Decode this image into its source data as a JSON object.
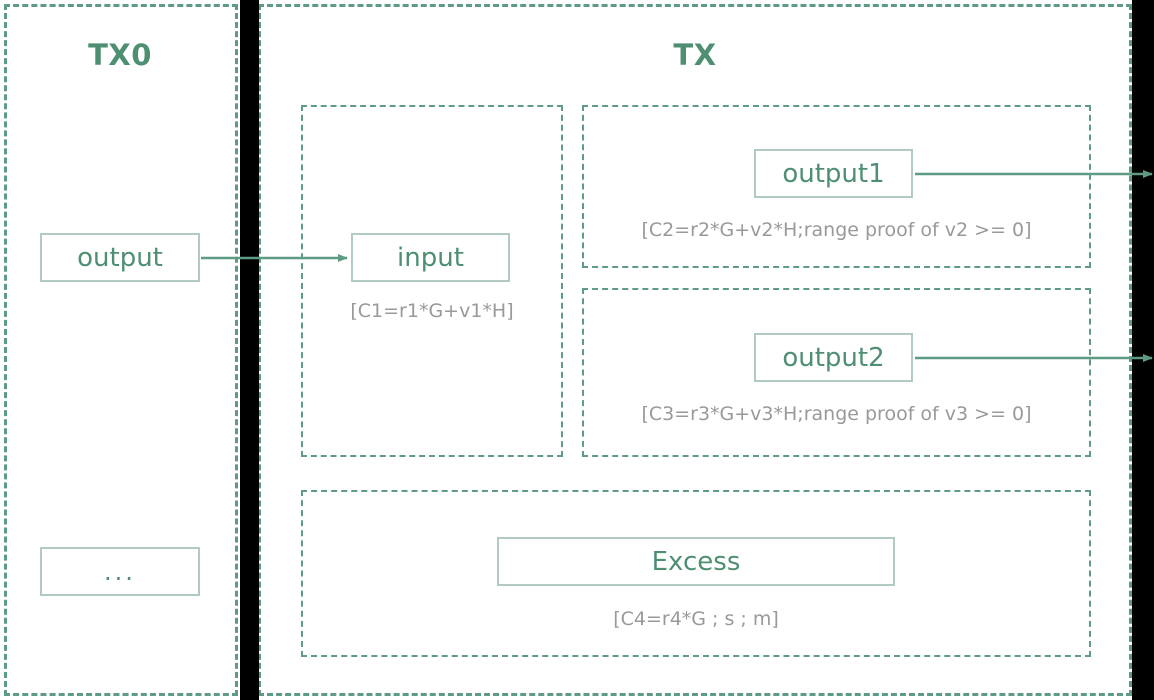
{
  "panels": {
    "tx0": {
      "title": "TX0",
      "nodes": [
        {
          "id": "output",
          "label": "output"
        },
        {
          "id": "dots",
          "label": "..."
        }
      ]
    },
    "tx": {
      "title": "TX",
      "groups": [
        {
          "id": "input-group",
          "node_label": "input",
          "caption": "[C1=r1*G+v1*H]"
        },
        {
          "id": "output1-group",
          "node_label": "output1",
          "caption": "[C2=r2*G+v2*H;range proof of v2 >= 0]"
        },
        {
          "id": "output2-group",
          "node_label": "output2",
          "caption": "[C3=r3*G+v3*H;range proof of v3 >= 0]"
        },
        {
          "id": "excess-group",
          "node_label": "Excess",
          "caption": "[C4=r4*G ; s ; m]"
        }
      ]
    }
  },
  "edges": [
    {
      "id": "output-to-input",
      "from": "output",
      "to": "input"
    },
    {
      "id": "output1-to-outside",
      "from": "output1",
      "to": "outside-right"
    },
    {
      "id": "output2-to-outside",
      "from": "output2",
      "to": "outside-right"
    }
  ],
  "colors": {
    "accent_green": "#4e8f72",
    "dashed_border": "#5e9b83",
    "node_border": "#b2cbc0",
    "caption_gray": "#999999",
    "separator_black": "#000000",
    "background": "#ffffff"
  }
}
